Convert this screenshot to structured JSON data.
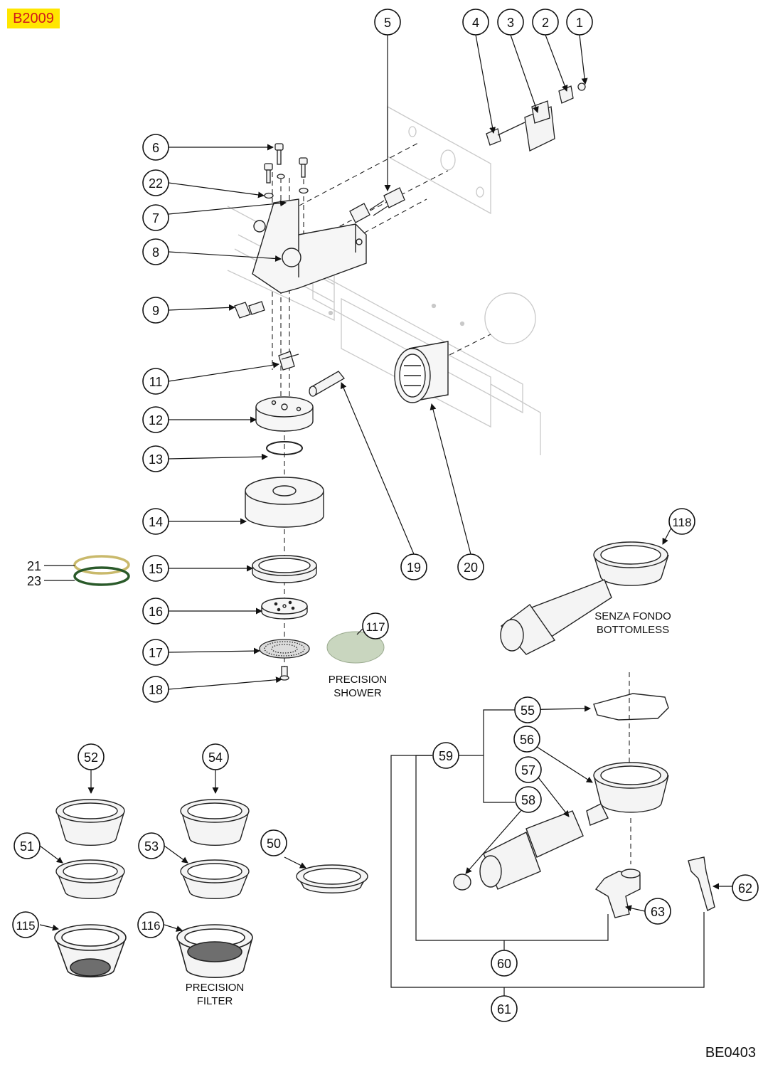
{
  "header": {
    "code_tag": "B2009"
  },
  "footer": {
    "drawing_code": "BE0403"
  },
  "notes": {
    "bottomless_line1": "SENZA FONDO",
    "bottomless_line2": "BOTTOMLESS",
    "shower_line1": "PRECISION",
    "shower_line2": "SHOWER",
    "filter_line1": "PRECISION",
    "filter_line2": "FILTER"
  },
  "callouts": [
    "1",
    "2",
    "3",
    "4",
    "5",
    "6",
    "7",
    "8",
    "9",
    "11",
    "12",
    "13",
    "14",
    "15",
    "16",
    "17",
    "18",
    "19",
    "20",
    "21",
    "22",
    "23",
    "50",
    "51",
    "52",
    "53",
    "54",
    "55",
    "56",
    "57",
    "58",
    "59",
    "60",
    "61",
    "62",
    "63",
    "115",
    "116",
    "117",
    "118"
  ]
}
